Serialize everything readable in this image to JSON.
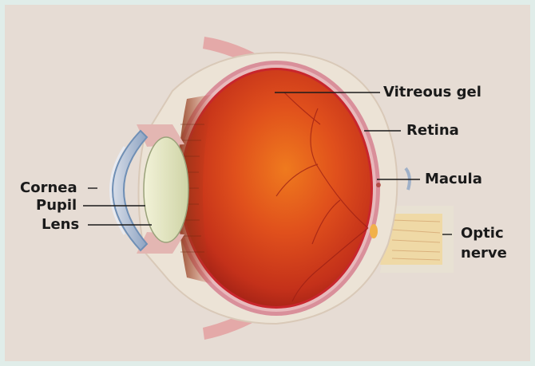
{
  "labels": {
    "vitreous_gel": "Vitreous  gel",
    "retina": "Retina",
    "macula": "Macula",
    "optic_nerve_line1": "Optic",
    "optic_nerve_line2": "nerve",
    "cornea": "Cornea",
    "pupil": "Pupil",
    "lens": "Lens"
  },
  "colors": {
    "background_frame": "#e0ede9",
    "canvas": "#e6dcd4",
    "sclera": "#ece3d6",
    "retina_layer": "#d98f9a",
    "vitreous": "#d8431c",
    "lens": "#dfe3bf",
    "cornea": "#b9c6d8",
    "optic_nerve": "#efd9a6"
  }
}
